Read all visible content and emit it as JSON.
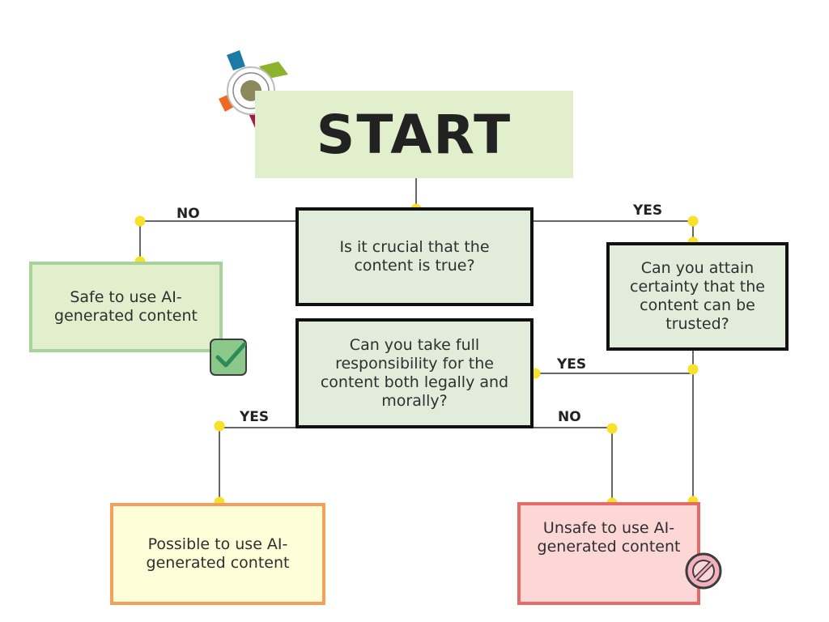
{
  "nodes": {
    "start": "START",
    "q_crucial": "Is it crucial that the content is true?",
    "q_certainty": "Can you attain certainty that the content can be trusted?",
    "q_responsibility": "Can you take full responsibility for the content both legally and morally?",
    "safe": "Safe to use AI-generated content",
    "possible": "Possible to use AI-generated content",
    "unsafe": "Unsafe to use AI-generated content"
  },
  "edge_labels": {
    "crucial_no": "NO",
    "crucial_yes": "YES",
    "certainty_yes": "YES",
    "responsibility_yes": "YES",
    "responsibility_no": "NO"
  },
  "colors": {
    "connector_dot": "#f7e12b",
    "line": "#333333",
    "start_fill": "#e1efcc",
    "question_fill": "#e1ecdb",
    "question_border": "#111111",
    "safe_border": "#a6d39a",
    "possible_fill": "#fefed8",
    "possible_border": "#f5a05a",
    "unsafe_fill": "#fdd6d6",
    "unsafe_border": "#e56b6b",
    "logo_blue": "#1c7aa5",
    "logo_green": "#8db32a",
    "logo_orange": "#ee6a23",
    "logo_maroon": "#a31d42"
  },
  "icons": {
    "logo": "pinwheel-logo-icon",
    "safe": "checkmark-icon",
    "unsafe": "prohibited-icon"
  }
}
